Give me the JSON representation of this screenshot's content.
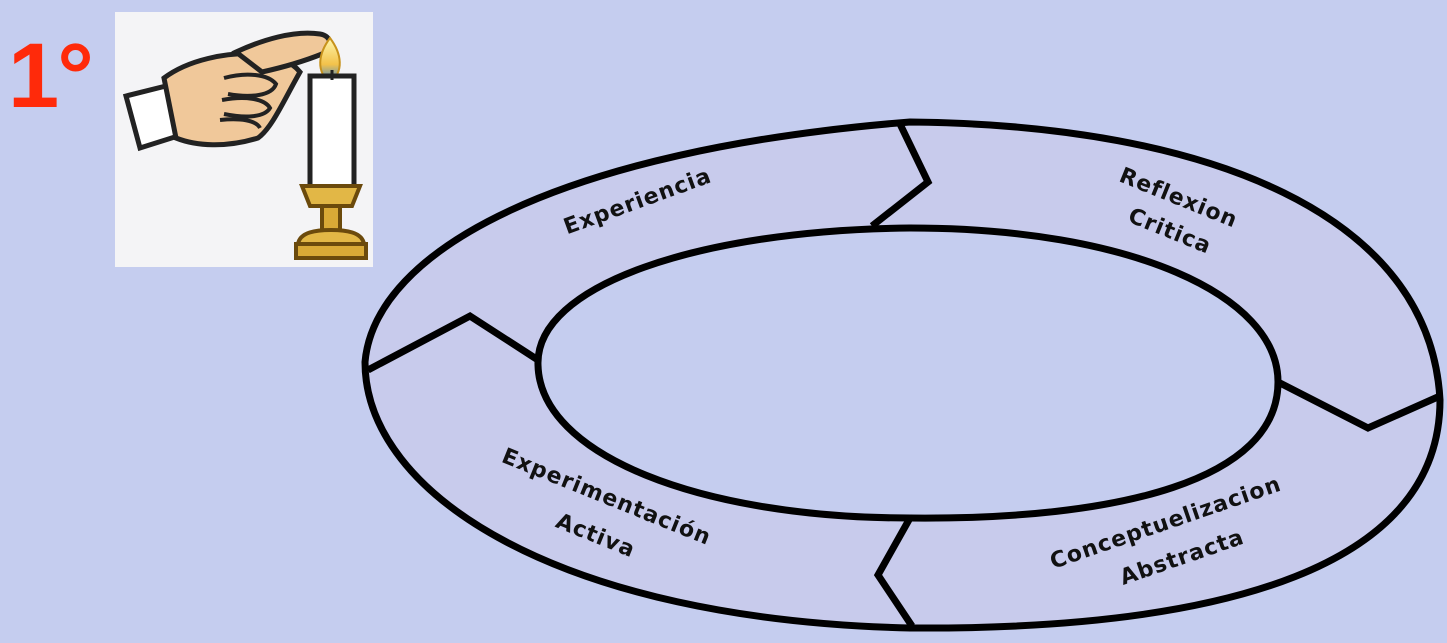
{
  "slide": {
    "ordinal": "1°",
    "background_color": "#c5cdef"
  },
  "clipart": {
    "icon": "pointing-hand-lighting-candle-icon"
  },
  "cycle": {
    "ring_color": "#c8cbec",
    "stages": [
      {
        "id": "experiencia",
        "lines": [
          "Experiencia"
        ]
      },
      {
        "id": "reflexion",
        "lines": [
          "Reflexion",
          "Critica"
        ]
      },
      {
        "id": "conceptualizacion",
        "lines": [
          "Conceptuelizacion",
          "Abstracta"
        ]
      },
      {
        "id": "experimentacion",
        "lines": [
          "Experimentación",
          "Activa"
        ]
      }
    ]
  }
}
